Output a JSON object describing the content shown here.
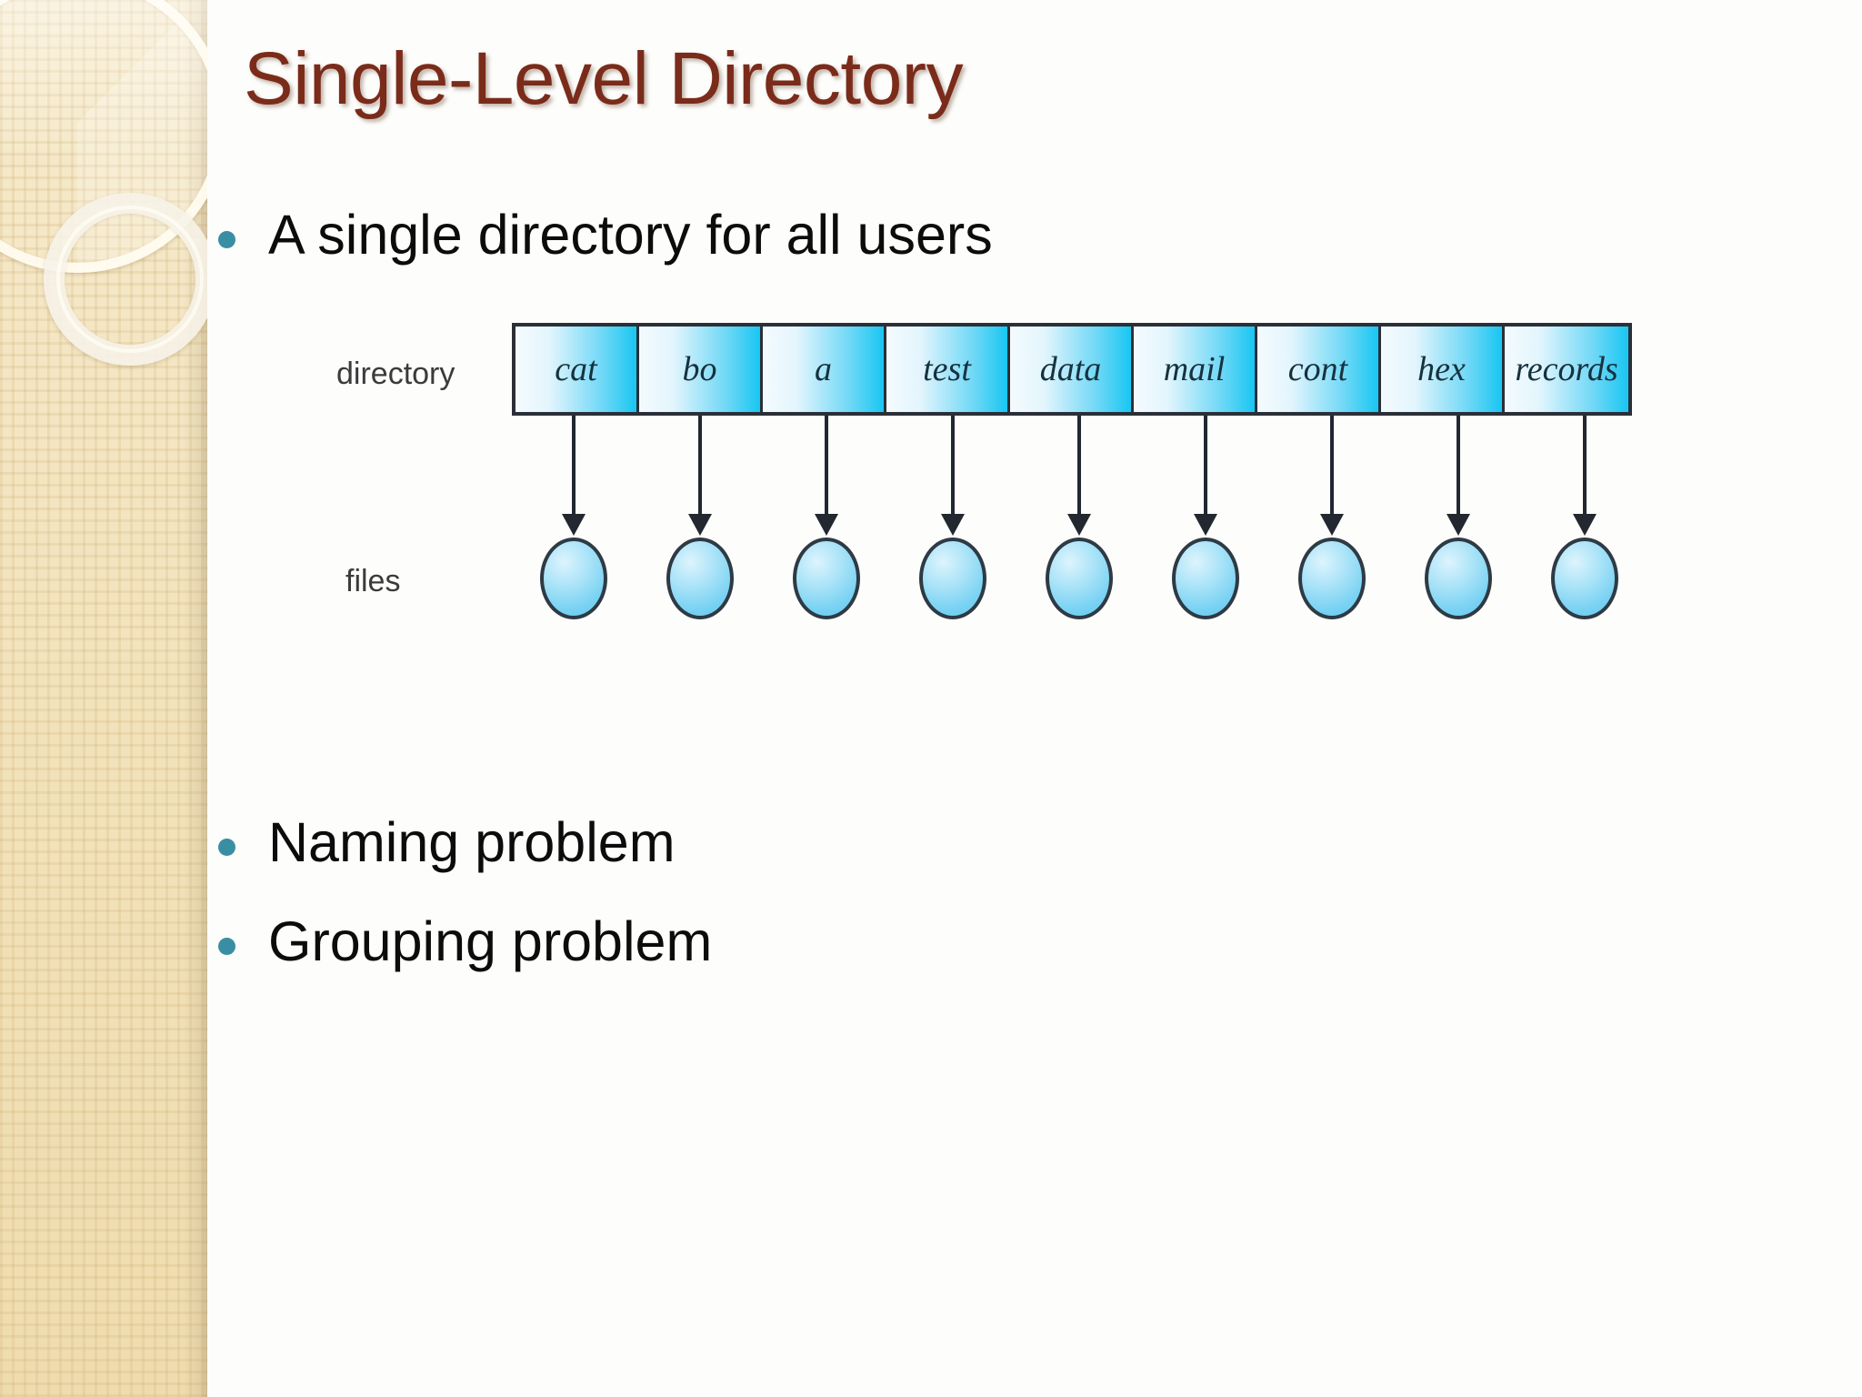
{
  "slide": {
    "title": "Single-Level Directory",
    "title_color": "#7a2b1a",
    "background_color": "#fdfdfb",
    "bullet_color": "#3a8ea4",
    "sidebar_color": "#f2e2ba"
  },
  "bullets": [
    {
      "text": "A single directory for all users"
    },
    {
      "text": "Naming problem"
    },
    {
      "text": "Grouping problem"
    }
  ],
  "figure": {
    "row_labels": {
      "directory": "directory",
      "files": "files"
    },
    "directory_entries": [
      "cat",
      "bo",
      "a",
      "test",
      "data",
      "mail",
      "cont",
      "hex",
      "records"
    ],
    "file_count": 9,
    "cell_gradient_from": "#f4fbfe",
    "cell_gradient_to": "#18c6f2",
    "cell_border_color": "#2b2f38",
    "file_node_fill": "#79d2f3",
    "file_node_border": "#2e3a44",
    "arrow_color": "#23272f"
  }
}
